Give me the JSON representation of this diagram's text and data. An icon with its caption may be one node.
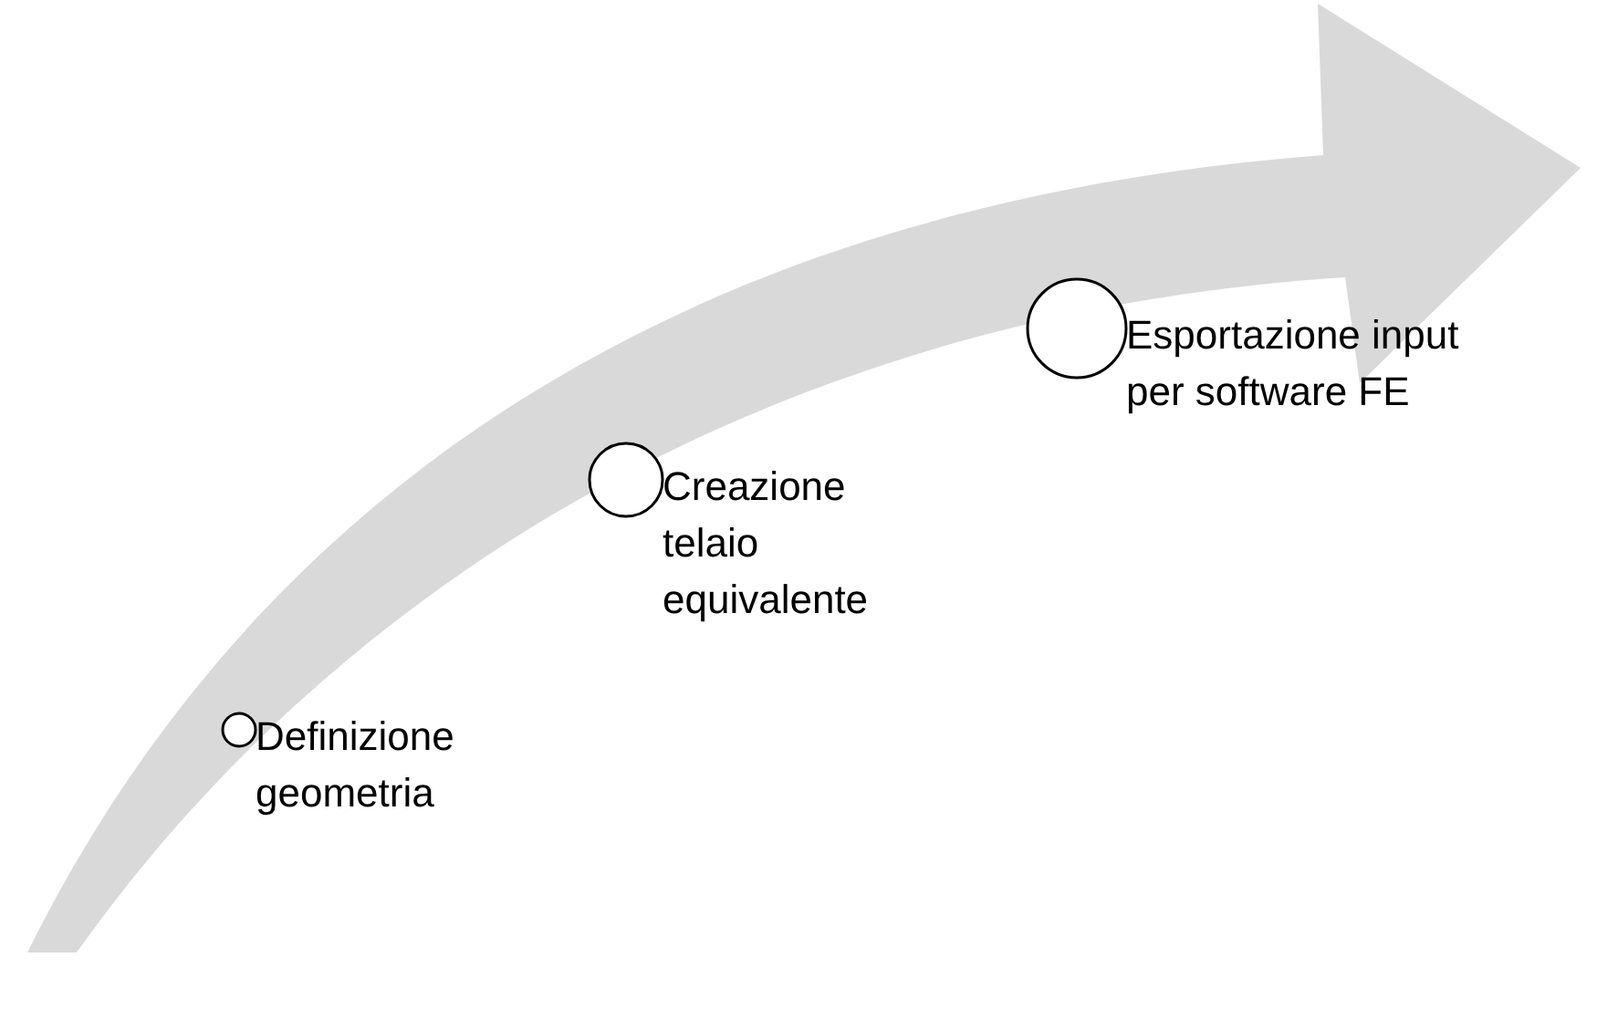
{
  "diagram": {
    "nodes": [
      {
        "text": [],
        "shape": "circle",
        "beside": [
          "Definizione geometria"
        ]
      },
      {
        "text": [],
        "shape": "circle",
        "beside": [
          "Creazione telaio equivalente"
        ]
      },
      {
        "text": [],
        "shape": "circle",
        "beside": [
          "Esportazione input per software FE"
        ]
      }
    ]
  }
}
